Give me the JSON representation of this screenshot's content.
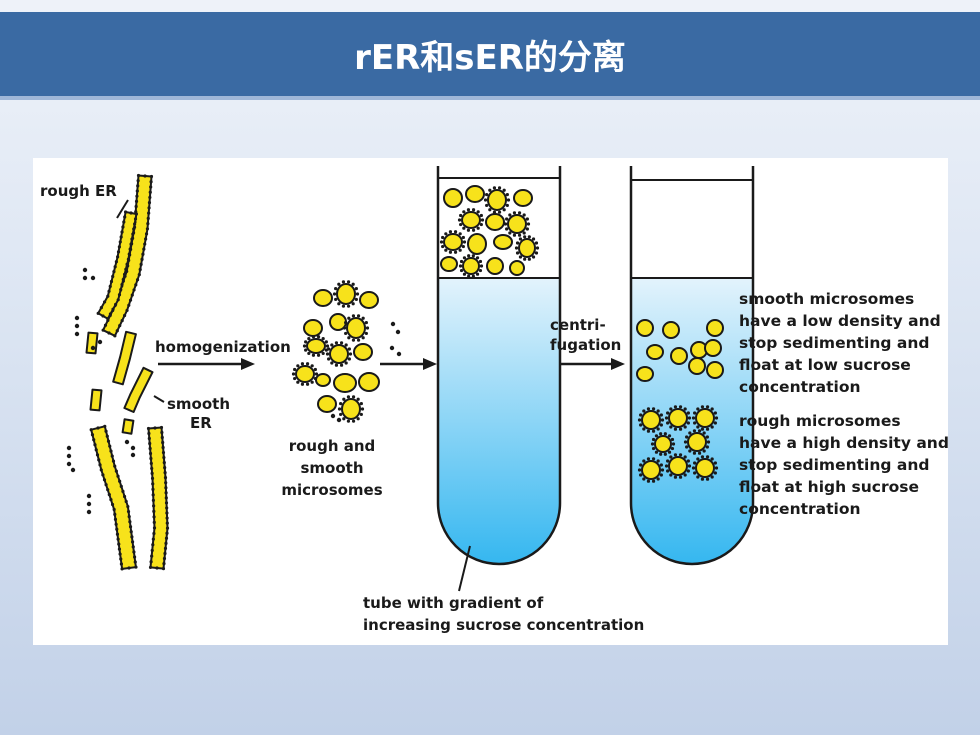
{
  "title": "rER和sER的分离",
  "figure": {
    "rough_er_label": "rough ER",
    "homogenization_label": "homogenization",
    "smooth_er_label_1": "smooth",
    "smooth_er_label_2": "ER",
    "microsomes_label_1": "rough and",
    "microsomes_label_2": "smooth",
    "microsomes_label_3": "microsomes",
    "centrifugation_label_1": "centri-",
    "centrifugation_label_2": "fugation",
    "tube_caption_1": "tube with gradient of",
    "tube_caption_2": "increasing sucrose concentration",
    "smooth_desc": [
      "smooth microsomes",
      "have a low density and",
      "stop sedimenting and",
      "float at low sucrose",
      "concentration"
    ],
    "rough_desc": [
      "rough microsomes",
      "have a high density and",
      "stop sedimenting and",
      "float at high sucrose",
      "concentration"
    ],
    "colors": {
      "header": "#3a6aa3",
      "membrane_fill": "#f7e21b",
      "gradient_top": "#e3f3fc",
      "gradient_bottom": "#35b7f0"
    }
  }
}
